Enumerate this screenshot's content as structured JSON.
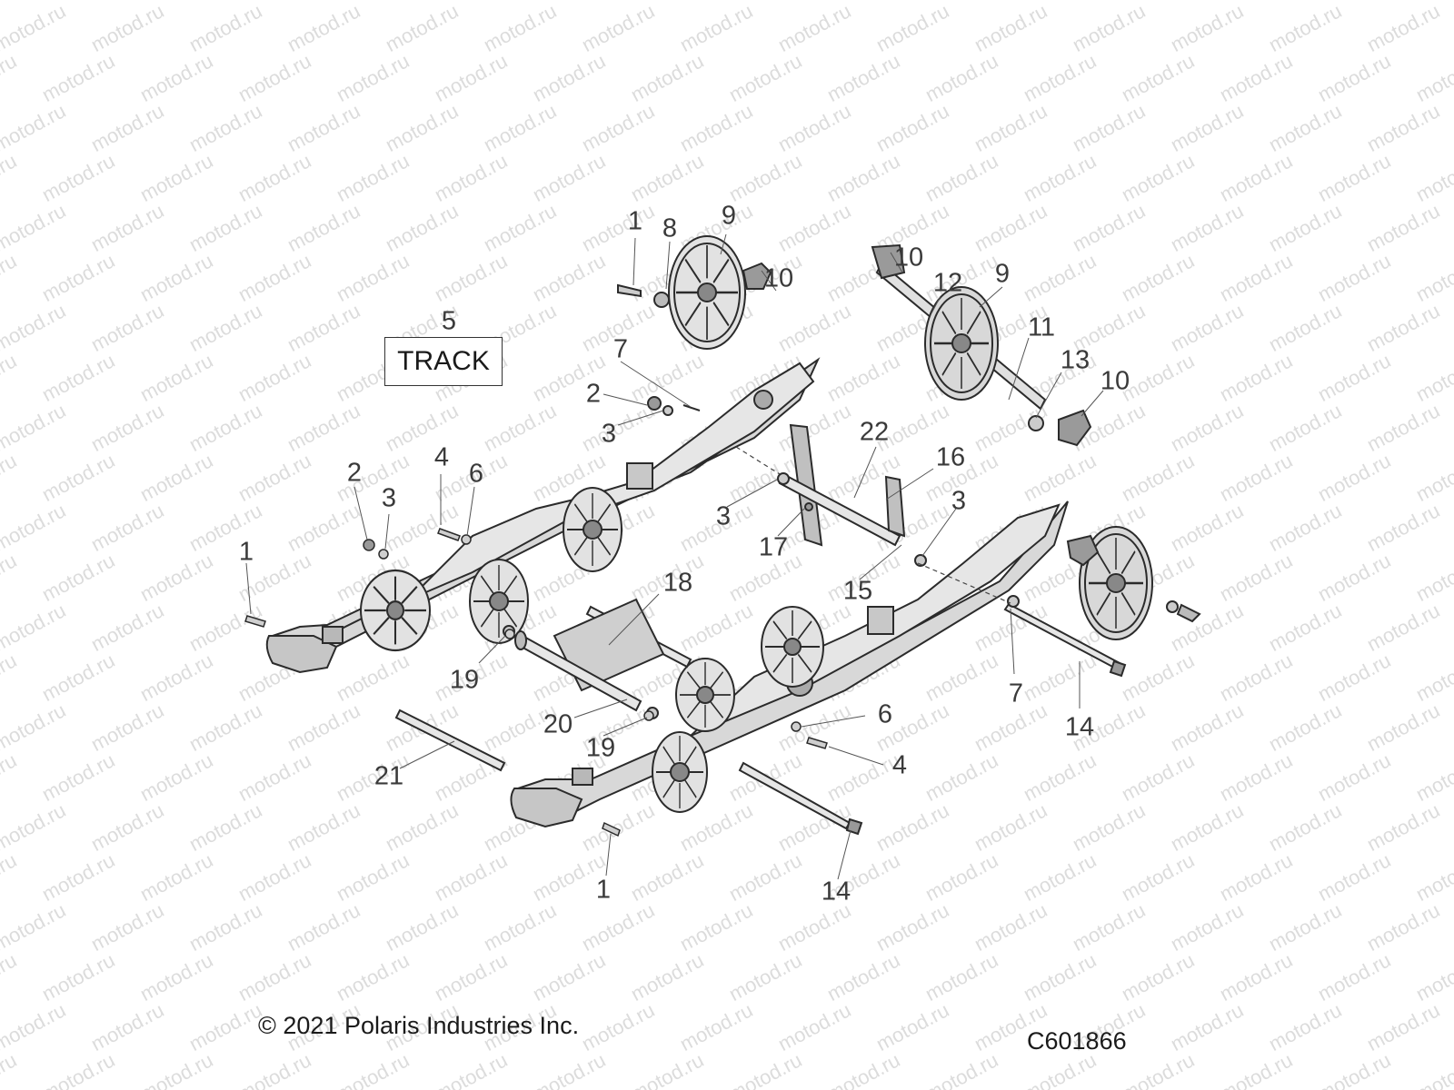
{
  "watermark": "motod.ru",
  "track_label": "TRACK",
  "copyright": "© 2021 Polaris Industries Inc.",
  "figure_id": "C601866",
  "callouts": {
    "c1_top": "1",
    "c8": "8",
    "c9_top": "9",
    "c10_top": "10",
    "c5": "5",
    "c7_top": "7",
    "c2_mid": "2",
    "c3_mid": "3",
    "c10_right_top": "10",
    "c12": "12",
    "c9_right": "9",
    "c11": "11",
    "c13": "13",
    "c10_right_mid": "10",
    "c22": "22",
    "c16": "16",
    "c3_center": "3",
    "c3_right": "3",
    "c17": "17",
    "c15": "15",
    "c2_left": "2",
    "c3_left": "3",
    "c4_top": "4",
    "c6_top": "6",
    "c1_left": "1",
    "c18": "18",
    "c19_left": "19",
    "c20": "20",
    "c19_center": "19",
    "c21": "21",
    "c7_right": "7",
    "c14_right": "14",
    "c6_bottom": "6",
    "c4_bottom": "4",
    "c1_bottom": "1",
    "c14_bottom": "14"
  },
  "colors": {
    "line": "#2b2b2b",
    "fill": "#cfcfcf",
    "fill_dark": "#9a9a9a",
    "leader": "#555555"
  }
}
